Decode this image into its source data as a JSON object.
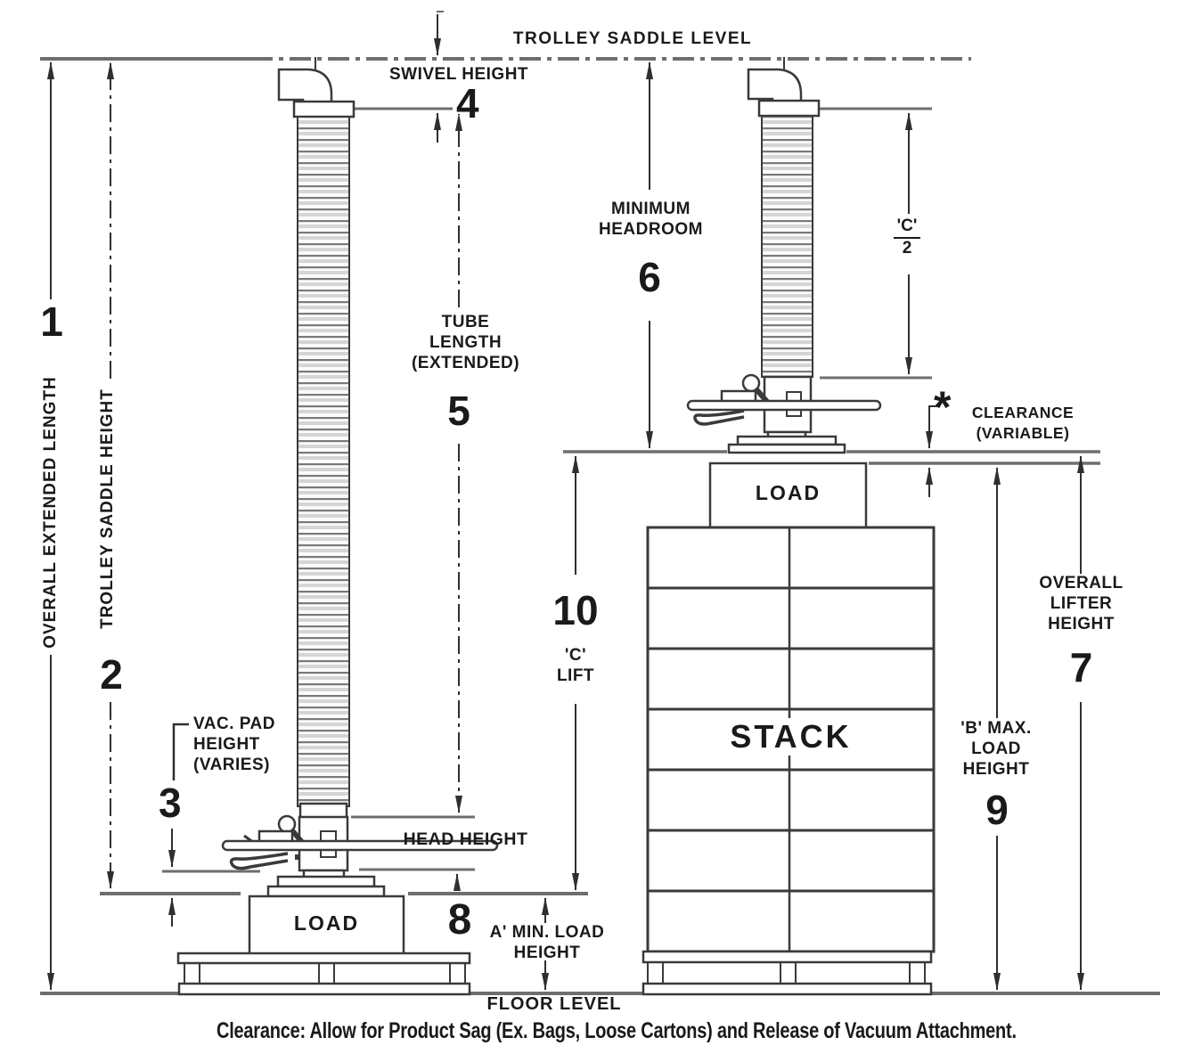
{
  "reference_lines": {
    "trolley_saddle_level": "TROLLEY SADDLE LEVEL",
    "floor_level": "FLOOR LEVEL"
  },
  "dims": {
    "d1": {
      "num": "1",
      "label": "OVERALL EXTENDED LENGTH"
    },
    "d2": {
      "num": "2",
      "label": "TROLLEY SADDLE HEIGHT"
    },
    "d3": {
      "num": "3",
      "label": "VAC. PAD\nHEIGHT\n(VARIES)"
    },
    "d4": {
      "num": "4",
      "label": "SWIVEL HEIGHT"
    },
    "d5": {
      "num": "5",
      "label": "TUBE\nLENGTH\n(EXTENDED)"
    },
    "d6": {
      "num": "6",
      "label": "MINIMUM\nHEADROOM"
    },
    "d7": {
      "num": "7",
      "label": "OVERALL\nLIFTER\nHEIGHT"
    },
    "d8": {
      "num": "8",
      "label": "A' MIN. LOAD\nHEIGHT"
    },
    "d9": {
      "num": "9",
      "label": "'B' MAX.\nLOAD\nHEIGHT"
    },
    "d10": {
      "num": "10",
      "label": "'C'\nLIFT"
    }
  },
  "head_height_label": "HEAD HEIGHT",
  "fraction": {
    "numerator": "'C'",
    "denominator": "2"
  },
  "clearance": {
    "marker": "*",
    "label": "CLEARANCE\n(VARIABLE)"
  },
  "objects": {
    "load": "LOAD",
    "stack": "STACK"
  },
  "footnote": "Clearance: Allow for Product Sag (Ex. Bags, Loose Cartons) and Release of  Vacuum  Attachment.",
  "colors": {
    "dim_line": "#2f2f2f",
    "reference_line": "#6e6e6e",
    "drawing_line": "#3a3a3a",
    "text": "#1a1a1a"
  }
}
